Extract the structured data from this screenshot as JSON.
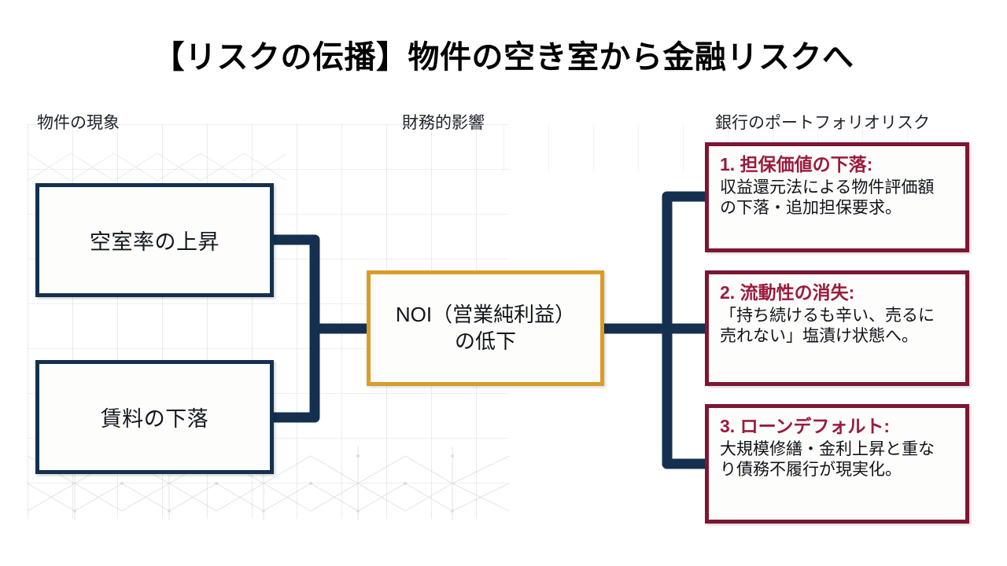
{
  "slide": {
    "title": "【リスクの伝播】物件の空き室から金融リスクへ",
    "background_color": "#ffffff"
  },
  "columns": {
    "left_header": "物件の現象",
    "middle_header": "財務的影響",
    "right_header": "銀行のポートフォリオリスク"
  },
  "nodes": {
    "left": [
      {
        "label": "空室率の上昇",
        "border_color": "#15304f"
      },
      {
        "label": "賃料の下落",
        "border_color": "#15304f"
      }
    ],
    "middle": {
      "line1": "NOI（営業純利益）",
      "line2": "の低下",
      "border_color": "#d99c28"
    },
    "right": [
      {
        "title": "1. 担保価値の下落:",
        "body_line1": "収益還元法による物件評価額",
        "body_line2": "の下落・追加担保要求。",
        "border_color": "#7d1631",
        "title_color": "#9b1b3c"
      },
      {
        "title": "2. 流動性の消失:",
        "body_line1": "「持ち続けるも辛い、売るに",
        "body_line2": "売れない」塩漬け状態へ。",
        "border_color": "#7d1631",
        "title_color": "#9b1b3c"
      },
      {
        "title": "3. ローンデフォルト:",
        "body_line1": "大規模修繕・金利上昇と重な",
        "body_line2": "り債務不履行が現実化。",
        "border_color": "#7d1631",
        "title_color": "#9b1b3c"
      }
    ]
  },
  "connectors": {
    "color": "#15304f",
    "description": "left bracket merges two property boxes into the NOI box; right trunk branches NOI into three bank risk boxes"
  }
}
